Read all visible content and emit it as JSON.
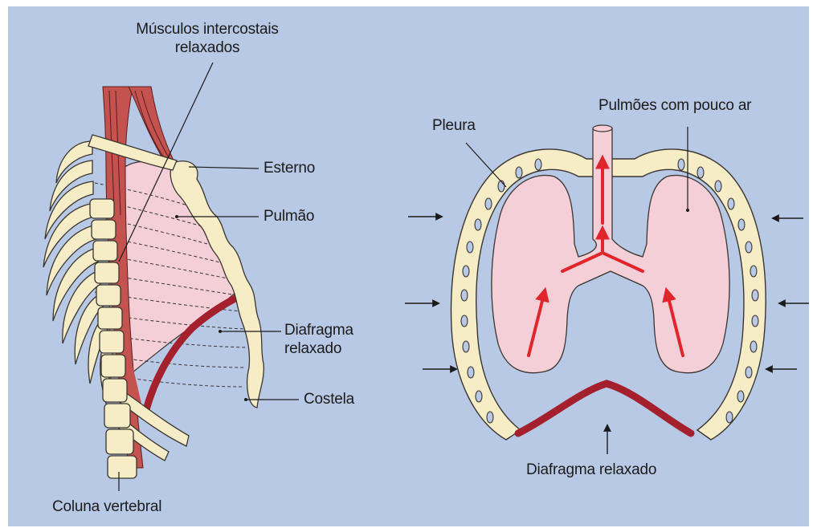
{
  "colors": {
    "background": "#b8c9e5",
    "bone": "#f6ecc6",
    "bone_outline": "#3a3530",
    "lung": "#f5cfd8",
    "muscle": "#c4524e",
    "diaphragm": "#a3202c",
    "airflow_arrow": "#e0262a",
    "label_text": "#1b1b1b"
  },
  "left_figure": {
    "labels": {
      "intercostal_line1": "Músculos intercostais",
      "intercostal_line2": "relaxados",
      "sternum": "Esterno",
      "lung": "Pulmão",
      "diaphragm_line1": "Diafragma",
      "diaphragm_line2": "relaxado",
      "rib": "Costela",
      "spine": "Coluna vertebral"
    }
  },
  "right_figure": {
    "labels": {
      "pleura": "Pleura",
      "lungs": "Pulmões com pouco ar",
      "diaphragm": "Diafragma relaxado"
    },
    "arrows": {
      "external_pressure": "inward",
      "diaphragm_motion": "upward",
      "airflow": "outward"
    }
  }
}
